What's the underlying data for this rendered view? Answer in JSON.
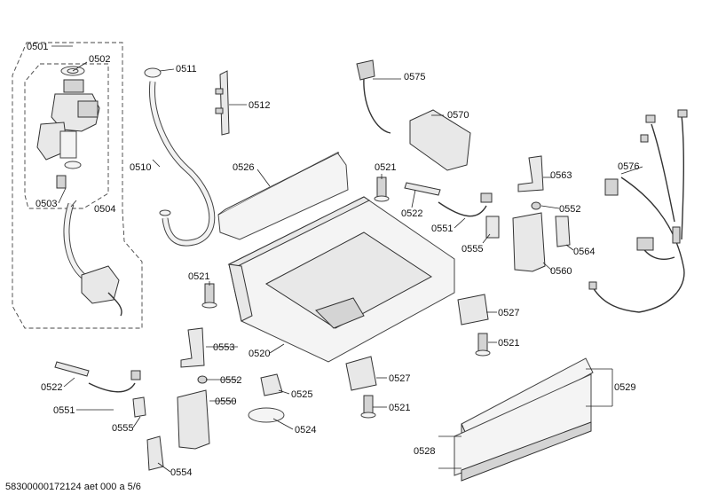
{
  "diagram": {
    "labels": {
      "l0501": "0501",
      "l0502": "0502",
      "l0503": "0503",
      "l0504": "0504",
      "l0510": "0510",
      "l0511": "0511",
      "l0512": "0512",
      "l0520": "0520",
      "l0521a": "0521",
      "l0521b": "0521",
      "l0521c": "0521",
      "l0521d": "0521",
      "l0522a": "0522",
      "l0522b": "0522",
      "l0524": "0524",
      "l0525": "0525",
      "l0526": "0526",
      "l0527a": "0527",
      "l0527b": "0527",
      "l0528": "0528",
      "l0529": "0529",
      "l0550": "0550",
      "l0551a": "0551",
      "l0551b": "0551",
      "l0552a": "0552",
      "l0552b": "0552",
      "l0553": "0553",
      "l0554": "0554",
      "l0555a": "0555",
      "l0555b": "0555",
      "l0560": "0560",
      "l0563": "0563",
      "l0564": "0564",
      "l0570": "0570",
      "l0575": "0575",
      "l0576": "0576"
    }
  },
  "footer": {
    "text": "58300000172124 aet 000 a 5/6"
  }
}
